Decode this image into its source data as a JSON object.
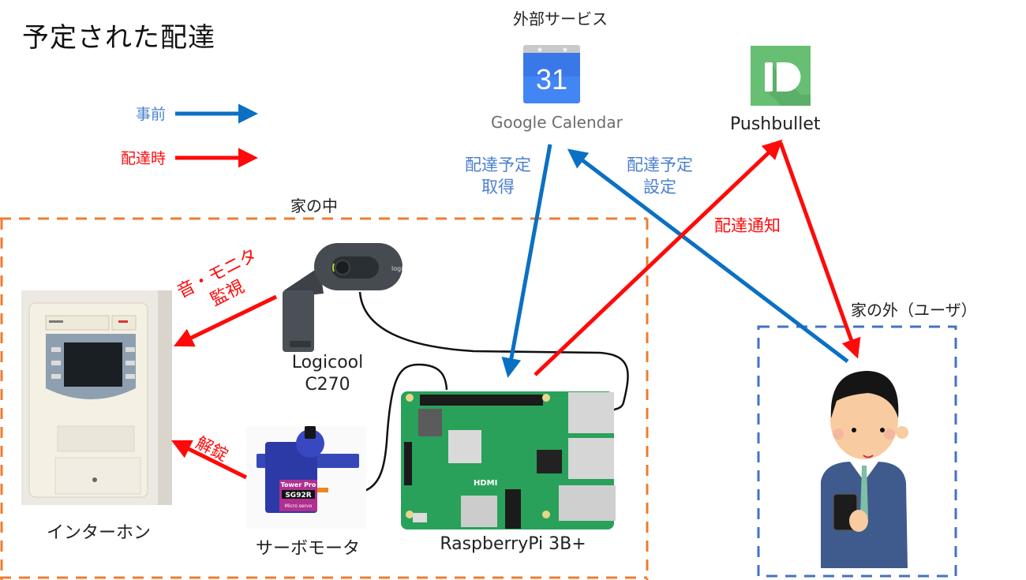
{
  "title": "予定された配達",
  "legend": [
    {
      "label": "事前",
      "color": "#0a70c4"
    },
    {
      "label": "配達時",
      "color": "#ff0a0a"
    }
  ],
  "regions": {
    "external": "外部サービス",
    "home_inside": "家の中",
    "home_outside": "家の外（ユーザ）"
  },
  "services": {
    "google_calendar": {
      "label": "Google Calendar",
      "icon_day": "31"
    },
    "pushbullet": {
      "label": "Pushbullet"
    }
  },
  "devices": {
    "intercom": "インターホン",
    "webcam": [
      "Logicool",
      "C270"
    ],
    "servo": "サーボモータ",
    "servo_print": [
      "Tower Pro",
      "SG92R",
      "Micro servo"
    ],
    "raspberry_pi": "RaspberryPi 3B+",
    "webcam_brand": "logi",
    "hdmi_print": "HDMI"
  },
  "flows": {
    "get_schedule": [
      "配達予定",
      "取得"
    ],
    "set_schedule": [
      "配達予定",
      "設定"
    ],
    "notify": "配達通知",
    "monitor": [
      "音・モニタ",
      "監視"
    ],
    "unlock": "解錠"
  },
  "colors": {
    "before": "#0a70c4",
    "delivery": "#ff0a0a",
    "home_border": "#ed7d31",
    "outside_border": "#4472c4",
    "gcal_blue": "#4285f4",
    "pushbullet_green": "#67bf73"
  }
}
